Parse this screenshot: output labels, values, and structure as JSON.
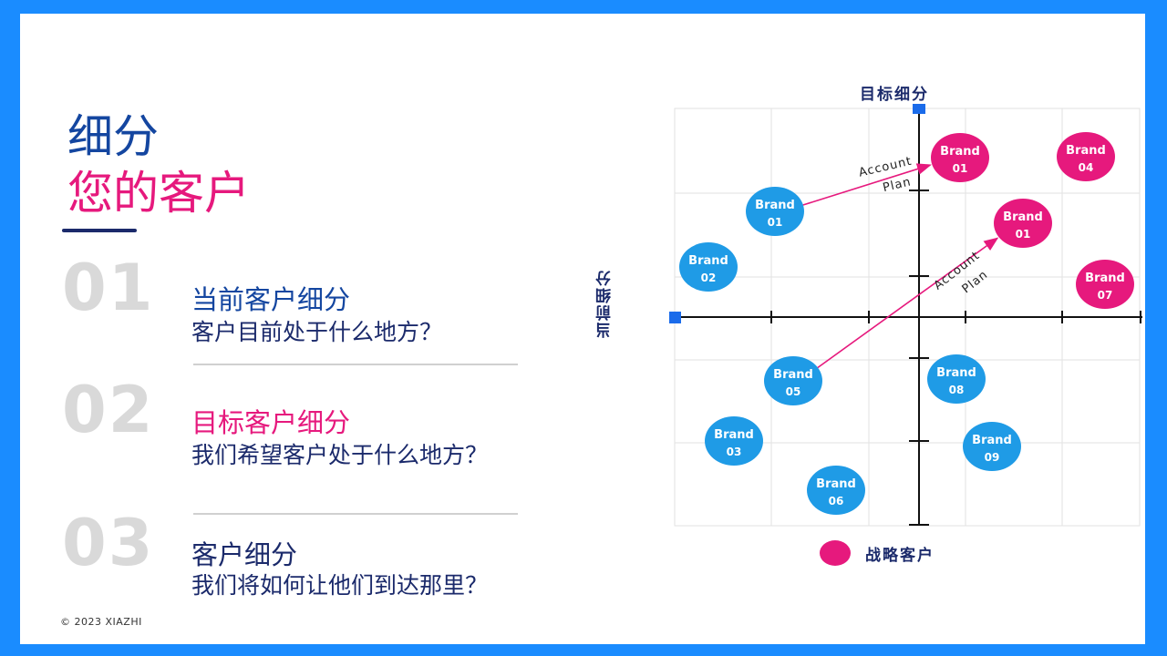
{
  "title": {
    "line1": "细分",
    "line2": "您的客户"
  },
  "items": [
    {
      "number": "01",
      "heading": "当前客户细分",
      "sub": "客户目前处于什么地方？"
    },
    {
      "number": "02",
      "heading": "目标客户细分",
      "sub": "我们希望客户处于什么地方？"
    },
    {
      "number": "03",
      "heading": "客户细分",
      "sub": "我们将如何让他们到达那里？"
    }
  ],
  "copyright": "© 2023 XIAZHI",
  "colors": {
    "pink": "#e6197d",
    "blue": "#1f9be6",
    "navy": "#1b2a6b",
    "dark_blue": "#1446a0"
  },
  "diagram": {
    "y_axis_label": "目标细分",
    "x_axis_label": "当前细分",
    "legend_label": "战略客户",
    "arrow_label": [
      "Account",
      "Plan"
    ],
    "brand_word": "Brand",
    "nodes": [
      {
        "id": "current-01",
        "num": "01",
        "kind": "current"
      },
      {
        "id": "current-02",
        "num": "02",
        "kind": "current"
      },
      {
        "id": "current-05",
        "num": "05",
        "kind": "current"
      },
      {
        "id": "current-03",
        "num": "03",
        "kind": "current"
      },
      {
        "id": "current-06",
        "num": "06",
        "kind": "current"
      },
      {
        "id": "current-08",
        "num": "08",
        "kind": "current"
      },
      {
        "id": "current-09",
        "num": "09",
        "kind": "current"
      },
      {
        "id": "target-01a",
        "num": "01",
        "kind": "strategic"
      },
      {
        "id": "target-04",
        "num": "04",
        "kind": "strategic"
      },
      {
        "id": "target-01b",
        "num": "01",
        "kind": "strategic"
      },
      {
        "id": "target-07",
        "num": "07",
        "kind": "strategic"
      }
    ],
    "arrows": [
      {
        "from": "current-01",
        "to": "target-01a"
      },
      {
        "from": "current-05",
        "to": "target-01b"
      }
    ]
  }
}
